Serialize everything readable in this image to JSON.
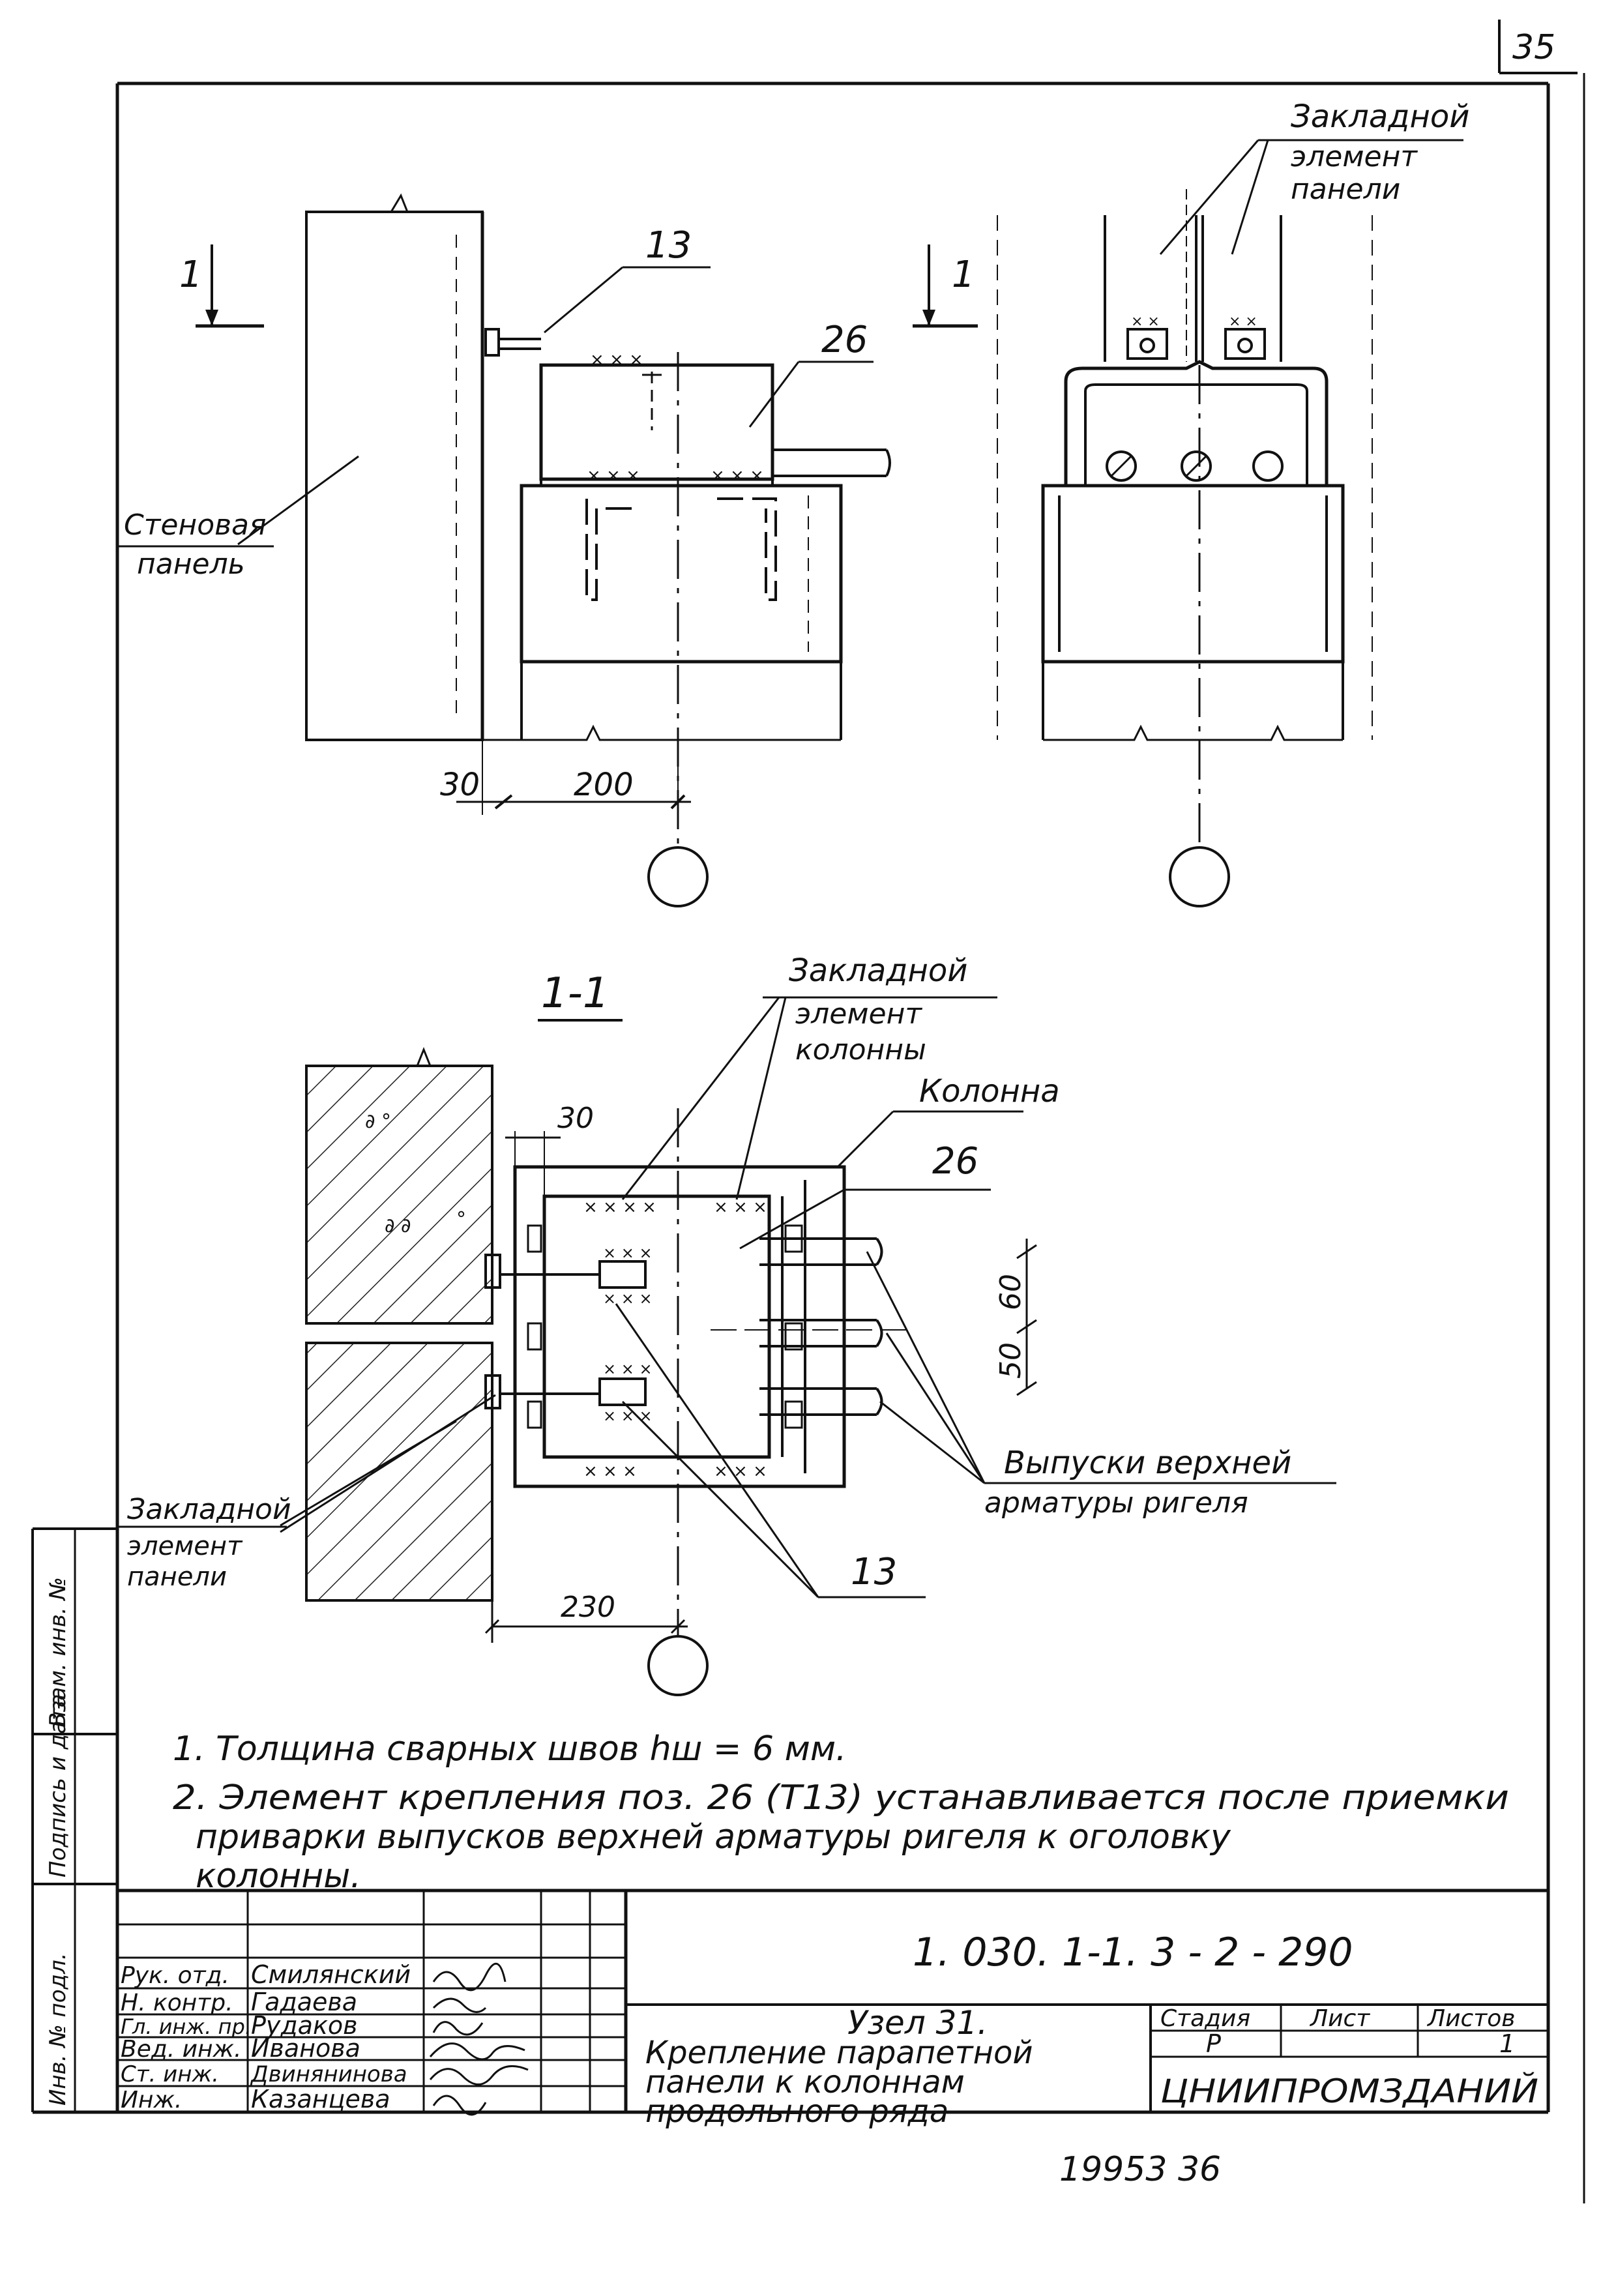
{
  "sheet": {
    "sheet_number": "35",
    "bottom_number": "19953 36"
  },
  "views": {
    "front": {
      "section_mark": "1",
      "pos_13": "13",
      "pos_26": "26",
      "wall_panel_label": [
        "Стеновая",
        "панель"
      ],
      "dim_30": "30",
      "dim_200": "200"
    },
    "side": {
      "section_mark": "1",
      "embedded_label": [
        "Закладной",
        "элемент",
        "панели"
      ]
    },
    "section": {
      "title": "1-1",
      "embedded_column_label": [
        "Закладной",
        "элемент",
        "колонны"
      ],
      "column_label": "Колонна",
      "pos_26": "26",
      "dim_30": "30",
      "dim_60": "60",
      "dim_50": "50",
      "rebar_label": [
        "Выпуски верхней",
        "арматуры ригеля"
      ],
      "embedded_panel_label": [
        "Закладной",
        "элемент",
        "панели"
      ],
      "pos_13": "13",
      "dim_230": "230"
    }
  },
  "notes": [
    "1. Толщина сварных швов hш = 6 мм.",
    "2. Элемент крепления поз. 26 (Т13) устанавливается после приемки",
    "приварки выпусков верхней арматуры ригеля к оголовку",
    "колонны."
  ],
  "side_stamp": [
    "Инв. № подл.",
    "Подпись и дата",
    "Взам. инв. №"
  ],
  "title_block": {
    "doc_code": "1. 030. 1-1. 3 - 2 - 290",
    "roles": [
      "Рук. отд.",
      "Н. контр.",
      "Гл. инж. пр.",
      "Вед. инж.",
      "Ст. инж.",
      "Инж."
    ],
    "names": [
      "Смилянский",
      "Гадаева",
      "Рудаков",
      "Иванова",
      "Двинянинова",
      "Казанцева"
    ],
    "drawing_title": [
      "Узел 31.",
      "Крепление парапетной",
      "панели к колоннам",
      "продольного ряда"
    ],
    "stage_header": "Стадия",
    "sheet_header": "Лист",
    "sheets_header": "Листов",
    "stage_value": "Р",
    "sheets_value": "1",
    "organization": "ЦНИИПРОМЗДАНИЙ"
  }
}
